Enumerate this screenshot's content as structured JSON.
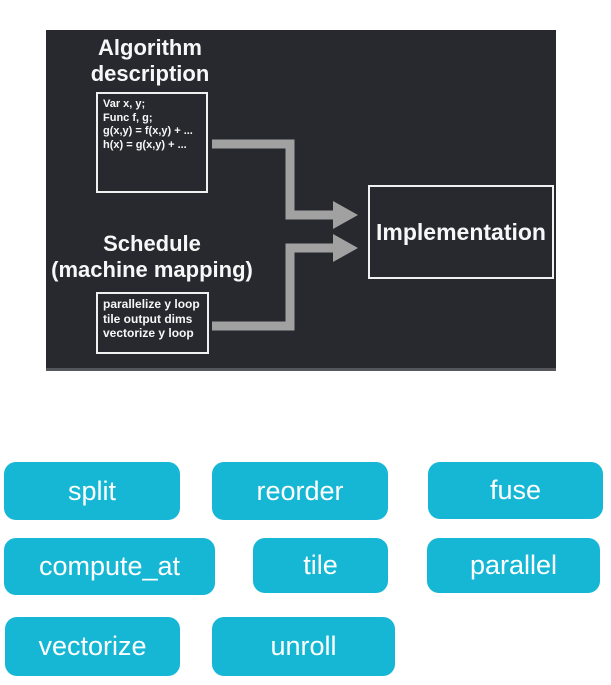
{
  "diagram": {
    "algorithm_heading": "Algorithm\ndescription",
    "algorithm_code": "Var x, y;\nFunc f, g;\ng(x,y) = f(x,y) + ...\nh(x) = g(x,y) + ...",
    "schedule_heading": "Schedule\n(machine mapping)",
    "schedule_code": "parallelize y loop\ntile output dims\nvectorize y loop",
    "implementation_label": "Implementation"
  },
  "buttons": [
    {
      "label": "split"
    },
    {
      "label": "reorder"
    },
    {
      "label": "fuse"
    },
    {
      "label": "compute_at"
    },
    {
      "label": "tile"
    },
    {
      "label": "parallel"
    },
    {
      "label": "vectorize"
    },
    {
      "label": "unroll"
    }
  ],
  "colors": {
    "accent_cyan": "#15b7d4",
    "panel_background": "#27292f",
    "arrow_gray": "#a1a1a1",
    "text_light": "#f7f7f8"
  }
}
